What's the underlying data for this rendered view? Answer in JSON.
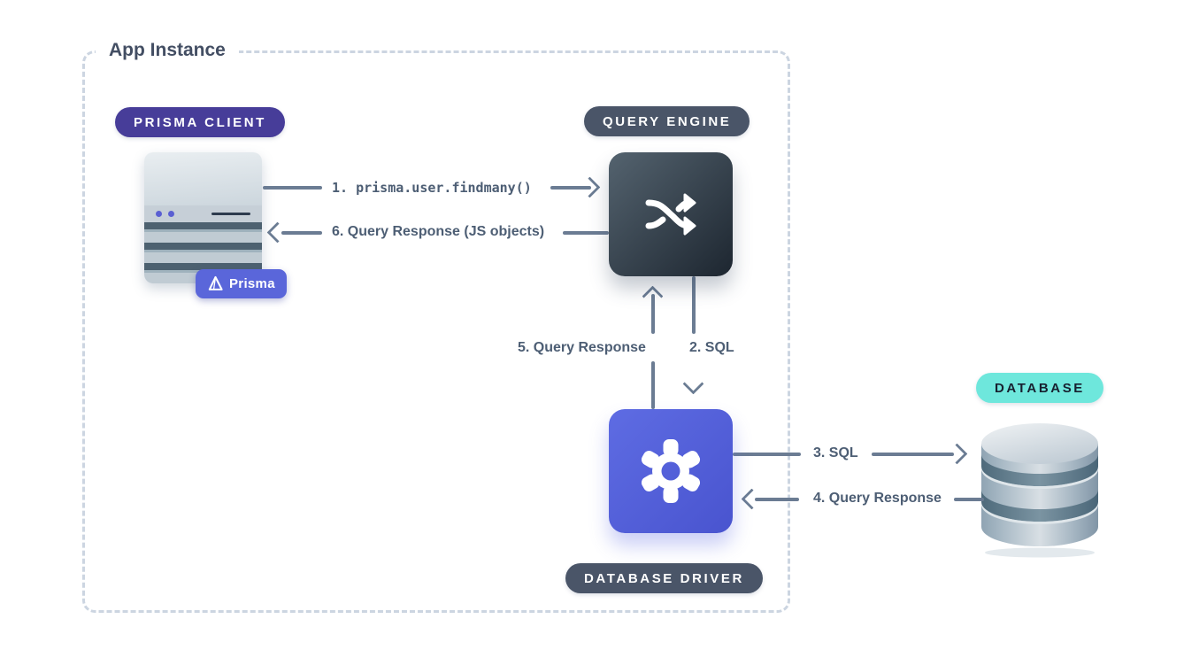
{
  "diagram": {
    "title": "App Instance",
    "nodes": {
      "prisma_client": {
        "badge": "PRISMA CLIENT",
        "logo_label": "Prisma",
        "icon": "server-stack-icon"
      },
      "query_engine": {
        "badge": "QUERY ENGINE",
        "icon": "shuffle-icon"
      },
      "database_driver": {
        "badge": "DATABASE DRIVER",
        "icon": "gear-icon"
      },
      "database": {
        "badge": "DATABASE",
        "icon": "database-cylinder-icon"
      }
    },
    "arrows": {
      "a1": {
        "label": "1. prisma.user.findmany()",
        "direction": "right",
        "font": "mono"
      },
      "a2": {
        "label": "2. SQL",
        "direction": "down",
        "font": "sans"
      },
      "a3": {
        "label": "3. SQL",
        "direction": "right",
        "font": "sans"
      },
      "a4": {
        "label": "4. Query Response",
        "direction": "left",
        "font": "sans"
      },
      "a5": {
        "label": "5. Query Response",
        "direction": "up",
        "font": "sans"
      },
      "a6": {
        "label": "6. Query Response (JS objects)",
        "direction": "left",
        "font": "sans"
      }
    },
    "colors": {
      "indigo_badge": "#473d99",
      "slate_badge": "#4a5568",
      "teal_badge": "#6ee7dc",
      "teal_badge_text": "#17202f",
      "prisma_brand": "#5a66da",
      "engine_gradient_start": "#54636f",
      "engine_gradient_end": "#1d2630",
      "driver_gradient_start": "#5e6ce3",
      "driver_gradient_end": "#4954cf",
      "arrow": "#6b7c93",
      "label_text": "#4d5e74",
      "dashed_border": "#ccd5e1",
      "title_text": "#434e63",
      "background": "#ffffff"
    }
  }
}
